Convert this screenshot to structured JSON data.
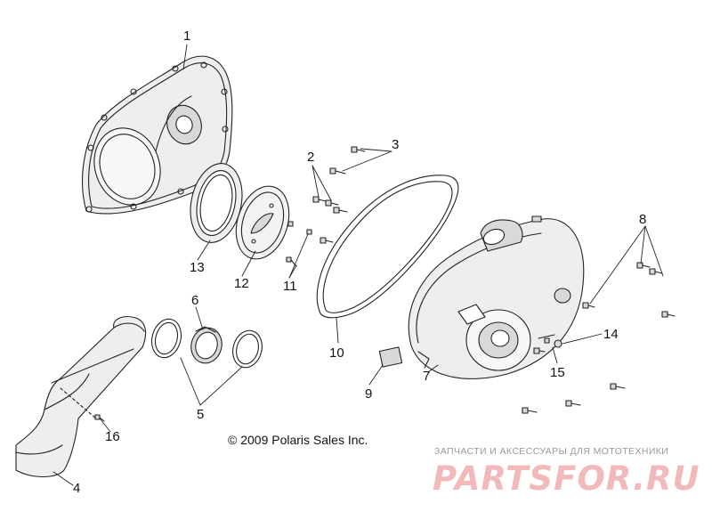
{
  "diagram": {
    "copyright": "© 2009 Polaris Sales Inc.",
    "labels": {
      "l1": "1",
      "l2": "2",
      "l3": "3",
      "l4": "4",
      "l5": "5",
      "l6": "6",
      "l7": "7",
      "l8": "8",
      "l9": "9",
      "l10": "10",
      "l11": "11",
      "l12": "12",
      "l13": "13",
      "l14": "14",
      "l15": "15",
      "l16": "16"
    }
  },
  "watermark": {
    "tagline": "ЗАПЧАСТИ И АКСЕССУАРЫ ДЛЯ МОТОТЕХНИКИ",
    "logo": "PARTSFOR.RU"
  },
  "colors": {
    "line": "#222222",
    "fill_light": "#eeeeee",
    "fill_mid": "#d9d9d9",
    "watermark_text": "#9a9a9a",
    "watermark_logo": "#f1b9b9"
  }
}
